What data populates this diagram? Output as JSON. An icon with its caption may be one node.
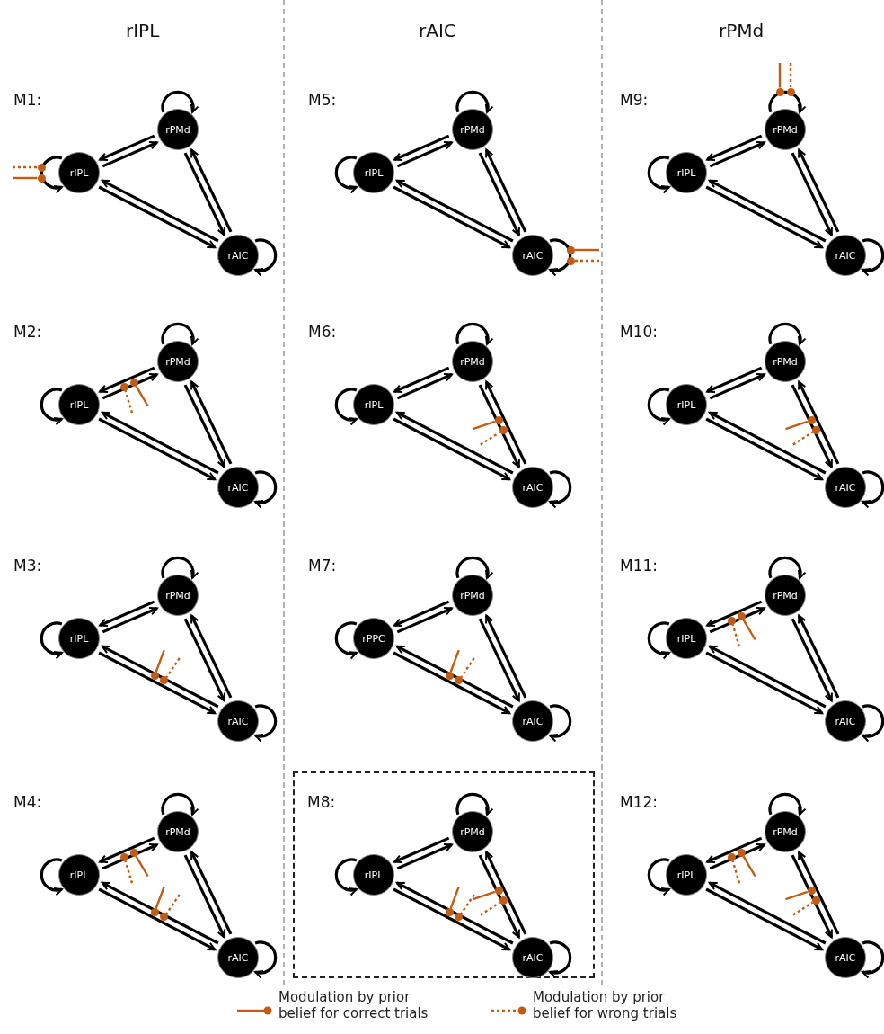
{
  "diagram": {
    "nodes": [
      {
        "text": [
          "rPMd"
        ]
      },
      {
        "text": [
          "rIPL"
        ]
      },
      {
        "text": [
          "rAIC"
        ]
      },
      {
        "text": [
          "rPMd"
        ]
      },
      {
        "text": [
          "rIPL"
        ]
      },
      {
        "text": [
          "rAIC"
        ]
      },
      {
        "text": [
          "rPMd"
        ]
      },
      {
        "text": [
          "rIPL"
        ]
      },
      {
        "text": [
          "rAIC"
        ]
      },
      {
        "text": [
          "rPMd"
        ]
      },
      {
        "text": [
          "rIPL"
        ]
      },
      {
        "text": [
          "rAIC"
        ]
      },
      {
        "text": [
          "rPMd"
        ]
      },
      {
        "text": [
          "rIPL"
        ]
      },
      {
        "text": [
          "rAIC"
        ]
      },
      {
        "text": [
          "rPMd"
        ]
      },
      {
        "text": [
          "rIPL"
        ]
      },
      {
        "text": [
          "rAIC"
        ]
      },
      {
        "text": [
          "rPMd"
        ]
      },
      {
        "text": [
          "rIPL"
        ]
      },
      {
        "text": [
          "rAIC"
        ]
      },
      {
        "text": [
          "rPMd"
        ]
      },
      {
        "text": [
          "rPPC"
        ]
      },
      {
        "text": [
          "rAIC"
        ]
      },
      {
        "text": [
          "rPMd"
        ]
      },
      {
        "text": [
          "rIPL"
        ]
      },
      {
        "text": [
          "rAIC"
        ]
      },
      {
        "text": [
          "rPMd"
        ]
      },
      {
        "text": [
          "rIPL"
        ]
      },
      {
        "text": [
          "rAIC"
        ]
      },
      {
        "text": [
          "M8:"
        ]
      },
      {
        "text": [
          "rPMd"
        ],
        "in": 30
      },
      {
        "text": [
          "rIPL"
        ],
        "in": 30
      },
      {
        "text": [
          "rAIC"
        ],
        "in": 30
      },
      {
        "text": [
          "rPMd"
        ]
      },
      {
        "text": [
          "rIPL"
        ]
      },
      {
        "text": [
          "rAIC"
        ]
      },
      {
        "text": [],
        "shape": "circle"
      },
      {
        "text": [],
        "shape": "circle"
      },
      {
        "text": [],
        "shape": "circle"
      },
      {
        "text": [],
        "shape": "circle"
      },
      {
        "text": [],
        "shape": "circle"
      },
      {
        "text": [],
        "shape": "circle"
      },
      {
        "text": [],
        "shape": "circle"
      },
      {
        "text": [],
        "shape": "circle"
      },
      {
        "text": [],
        "shape": "circle"
      },
      {
        "text": [],
        "shape": "circle"
      },
      {
        "text": [],
        "shape": "circle"
      },
      {
        "text": [],
        "shape": "circle"
      },
      {
        "text": [],
        "shape": "circle"
      },
      {
        "text": [],
        "shape": "circle"
      },
      {
        "text": [],
        "shape": "circle"
      },
      {
        "text": [],
        "shape": "circle"
      },
      {
        "text": [],
        "shape": "circle"
      },
      {
        "text": [],
        "shape": "circle"
      },
      {
        "text": [],
        "shape": "circle"
      },
      {
        "text": [],
        "shape": "circle"
      },
      {
        "text": [],
        "shape": "circle"
      },
      {
        "text": [],
        "shape": "circle"
      },
      {
        "text": [],
        "shape": "circle",
        "in": 30
      },
      {
        "text": [],
        "shape": "circle",
        "in": 30
      },
      {
        "text": [],
        "shape": "circle",
        "in": 30
      },
      {
        "text": [],
        "shape": "circle",
        "in": 30
      },
      {
        "text": [],
        "shape": "circle"
      },
      {
        "text": [],
        "shape": "circle"
      },
      {
        "text": [],
        "shape": "circle"
      },
      {
        "text": [],
        "shape": "circle"
      }
    ],
    "edges": [
      {
        "from": 0,
        "to": 0,
        "arrow": "to"
      },
      {
        "from": 1,
        "to": 0,
        "arrow": "to"
      },
      {
        "from": 0,
        "to": 1,
        "arrow": "to"
      },
      {
        "from": 0,
        "to": 2,
        "arrow": "to"
      },
      {
        "from": 2,
        "to": 0,
        "arrow": "to"
      },
      {
        "from": 1,
        "to": 1,
        "arrow": "to"
      },
      {
        "from": 1,
        "to": 2,
        "arrow": "to"
      },
      {
        "from": 2,
        "to": 1,
        "arrow": "to"
      },
      {
        "from": 2,
        "to": 2,
        "arrow": "to"
      },
      {
        "from": null,
        "to": 37,
        "arrow": "none",
        "color": "#c55a11"
      },
      {
        "from": null,
        "to": 38,
        "arrow": "none",
        "color": "#c55a11",
        "style": "dashed"
      },
      {
        "from": 3,
        "to": 3,
        "arrow": "to"
      },
      {
        "from": 4,
        "to": 3,
        "arrow": "to"
      },
      {
        "from": 3,
        "to": 4,
        "arrow": "to"
      },
      {
        "from": 3,
        "to": 5,
        "arrow": "to"
      },
      {
        "from": 5,
        "to": 3,
        "arrow": "to"
      },
      {
        "from": 4,
        "to": 4,
        "arrow": "to"
      },
      {
        "from": 4,
        "to": 5,
        "arrow": "to"
      },
      {
        "from": 5,
        "to": 4,
        "arrow": "to"
      },
      {
        "from": 5,
        "to": 5,
        "arrow": "to"
      },
      {
        "from": null,
        "to": 39,
        "arrow": "none",
        "color": "#c55a11"
      },
      {
        "from": null,
        "to": 40,
        "arrow": "none",
        "color": "#c55a11",
        "style": "dashed"
      },
      {
        "from": 6,
        "to": 6,
        "arrow": "to"
      },
      {
        "from": 7,
        "to": 6,
        "arrow": "to"
      },
      {
        "from": 6,
        "to": 7,
        "arrow": "to"
      },
      {
        "from": 6,
        "to": 8,
        "arrow": "to"
      },
      {
        "from": 8,
        "to": 6,
        "arrow": "to"
      },
      {
        "from": 7,
        "to": 7,
        "arrow": "to"
      },
      {
        "from": 7,
        "to": 8,
        "arrow": "to"
      },
      {
        "from": 8,
        "to": 7,
        "arrow": "to"
      },
      {
        "from": 8,
        "to": 8,
        "arrow": "to"
      },
      {
        "from": null,
        "to": 41,
        "arrow": "none",
        "color": "#c55a11"
      },
      {
        "from": null,
        "to": 42,
        "arrow": "none",
        "color": "#c55a11",
        "style": "dashed"
      },
      {
        "from": 9,
        "to": 9,
        "arrow": "to"
      },
      {
        "from": 10,
        "to": 9,
        "arrow": "to"
      },
      {
        "from": 9,
        "to": 10,
        "arrow": "to"
      },
      {
        "from": 9,
        "to": 11,
        "arrow": "to"
      },
      {
        "from": 11,
        "to": 9,
        "arrow": "to"
      },
      {
        "from": 10,
        "to": 10,
        "arrow": "to"
      },
      {
        "from": 10,
        "to": 11,
        "arrow": "to"
      },
      {
        "from": 11,
        "to": 10,
        "arrow": "to"
      },
      {
        "from": 11,
        "to": 11,
        "arrow": "to"
      },
      {
        "from": null,
        "to": 43,
        "arrow": "none",
        "color": "#c55a11"
      },
      {
        "from": null,
        "to": 44,
        "arrow": "none",
        "color": "#c55a11",
        "style": "dashed"
      },
      {
        "from": 12,
        "to": 12,
        "arrow": "to"
      },
      {
        "from": 13,
        "to": 12,
        "arrow": "to"
      },
      {
        "from": 12,
        "to": 13,
        "arrow": "to"
      },
      {
        "from": 12,
        "to": 14,
        "arrow": "to"
      },
      {
        "from": 14,
        "to": 12,
        "arrow": "to"
      },
      {
        "from": 13,
        "to": 13,
        "arrow": "to"
      },
      {
        "from": 13,
        "to": 14,
        "arrow": "to"
      },
      {
        "from": 14,
        "to": 13,
        "arrow": "to"
      },
      {
        "from": 14,
        "to": 14,
        "arrow": "to"
      },
      {
        "from": null,
        "to": 45,
        "arrow": "none",
        "color": "#c55a11"
      },
      {
        "from": null,
        "to": 46,
        "arrow": "none",
        "color": "#c55a11",
        "style": "dashed"
      },
      {
        "from": 15,
        "to": 15,
        "arrow": "to"
      },
      {
        "from": 16,
        "to": 15,
        "arrow": "to"
      },
      {
        "from": 15,
        "to": 16,
        "arrow": "to"
      },
      {
        "from": 15,
        "to": 17,
        "arrow": "to"
      },
      {
        "from": 17,
        "to": 15,
        "arrow": "to"
      },
      {
        "from": 16,
        "to": 16,
        "arrow": "to"
      },
      {
        "from": 16,
        "to": 17,
        "arrow": "to"
      },
      {
        "from": 17,
        "to": 16,
        "arrow": "to"
      },
      {
        "from": 17,
        "to": 17,
        "arrow": "to"
      },
      {
        "from": null,
        "to": 47,
        "arrow": "none",
        "color": "#c55a11"
      },
      {
        "from": null,
        "to": 48,
        "arrow": "none",
        "color": "#c55a11",
        "style": "dashed"
      },
      {
        "from": 18,
        "to": 18,
        "arrow": "to"
      },
      {
        "from": 19,
        "to": 18,
        "arrow": "to"
      },
      {
        "from": 18,
        "to": 19,
        "arrow": "to"
      },
      {
        "from": 18,
        "to": 20,
        "arrow": "to"
      },
      {
        "from": 20,
        "to": 18,
        "arrow": "to"
      },
      {
        "from": 19,
        "to": 19,
        "arrow": "to"
      },
      {
        "from": 19,
        "to": 20,
        "arrow": "to"
      },
      {
        "from": 20,
        "to": 19,
        "arrow": "to"
      },
      {
        "from": 20,
        "to": 20,
        "arrow": "to"
      },
      {
        "from": null,
        "to": 49,
        "arrow": "none",
        "color": "#c55a11"
      },
      {
        "from": null,
        "to": 50,
        "arrow": "none",
        "color": "#c55a11",
        "style": "dashed"
      },
      {
        "from": 21,
        "to": 21,
        "arrow": "to"
      },
      {
        "from": 22,
        "to": 21,
        "arrow": "to"
      },
      {
        "from": 21,
        "to": 22,
        "arrow": "to"
      },
      {
        "from": 21,
        "to": 23,
        "arrow": "to"
      },
      {
        "from": 23,
        "to": 21,
        "arrow": "to"
      },
      {
        "from": 22,
        "to": 22,
        "arrow": "to"
      },
      {
        "from": 22,
        "to": 23,
        "arrow": "to"
      },
      {
        "from": 23,
        "to": 22,
        "arrow": "to"
      },
      {
        "from": 23,
        "to": 23,
        "arrow": "to"
      },
      {
        "from": null,
        "to": 51,
        "arrow": "none",
        "color": "#c55a11"
      },
      {
        "from": null,
        "to": 52,
        "arrow": "none",
        "color": "#c55a11",
        "style": "dashed"
      },
      {
        "from": 24,
        "to": 24,
        "arrow": "to"
      },
      {
        "from": 25,
        "to": 24,
        "arrow": "to"
      },
      {
        "from": 24,
        "to": 25,
        "arrow": "to"
      },
      {
        "from": 24,
        "to": 26,
        "arrow": "to"
      },
      {
        "from": 26,
        "to": 24,
        "arrow": "to"
      },
      {
        "from": 25,
        "to": 25,
        "arrow": "to"
      },
      {
        "from": 25,
        "to": 26,
        "arrow": "to"
      },
      {
        "from": 26,
        "to": 25,
        "arrow": "to"
      },
      {
        "from": 26,
        "to": 26,
        "arrow": "to"
      },
      {
        "from": null,
        "to": 53,
        "arrow": "none",
        "color": "#c55a11"
      },
      {
        "from": null,
        "to": 54,
        "arrow": "none",
        "color": "#c55a11",
        "style": "dashed"
      },
      {
        "from": 27,
        "to": 27,
        "arrow": "to"
      },
      {
        "from": 28,
        "to": 27,
        "arrow": "to"
      },
      {
        "from": 27,
        "to": 28,
        "arrow": "to"
      },
      {
        "from": 27,
        "to": 29,
        "arrow": "to"
      },
      {
        "from": 29,
        "to": 27,
        "arrow": "to"
      },
      {
        "from": 28,
        "to": 28,
        "arrow": "to"
      },
      {
        "from": 28,
        "to": 29,
        "arrow": "to"
      },
      {
        "from": 29,
        "to": 28,
        "arrow": "to"
      },
      {
        "from": 29,
        "to": 29,
        "arrow": "to"
      },
      {
        "from": null,
        "to": 55,
        "arrow": "none",
        "color": "#c55a11"
      },
      {
        "from": null,
        "to": 56,
        "arrow": "none",
        "color": "#c55a11",
        "style": "dashed"
      },
      {
        "from": null,
        "to": 57,
        "arrow": "none",
        "color": "#c55a11"
      },
      {
        "from": null,
        "to": 58,
        "arrow": "none",
        "color": "#c55a11",
        "style": "dashed"
      },
      {
        "from": 31,
        "to": 31,
        "arrow": "to"
      },
      {
        "from": 32,
        "to": 31,
        "arrow": "to"
      },
      {
        "from": 31,
        "to": 32,
        "arrow": "to"
      },
      {
        "from": 31,
        "to": 33,
        "arrow": "to"
      },
      {
        "from": 33,
        "to": 31,
        "arrow": "to"
      },
      {
        "from": 32,
        "to": 32,
        "arrow": "to"
      },
      {
        "from": 32,
        "to": 33,
        "arrow": "to"
      },
      {
        "from": 33,
        "to": 32,
        "arrow": "to"
      },
      {
        "from": 33,
        "to": 33,
        "arrow": "to"
      },
      {
        "from": null,
        "to": 59,
        "arrow": "none",
        "color": "#c55a11"
      },
      {
        "from": null,
        "to": 60,
        "arrow": "none",
        "color": "#c55a11",
        "style": "dashed"
      },
      {
        "from": null,
        "to": 61,
        "arrow": "none",
        "color": "#c55a11"
      },
      {
        "from": null,
        "to": 62,
        "arrow": "none",
        "color": "#c55a11",
        "style": "dashed"
      },
      {
        "from": 34,
        "to": 34,
        "arrow": "to"
      },
      {
        "from": 35,
        "to": 34,
        "arrow": "to"
      },
      {
        "from": 34,
        "to": 35,
        "arrow": "to"
      },
      {
        "from": 34,
        "to": 36,
        "arrow": "to"
      },
      {
        "from": 36,
        "to": 34,
        "arrow": "to"
      },
      {
        "from": 35,
        "to": 35,
        "arrow": "to"
      },
      {
        "from": 35,
        "to": 36,
        "arrow": "to"
      },
      {
        "from": 36,
        "to": 35,
        "arrow": "to"
      },
      {
        "from": 36,
        "to": 36,
        "arrow": "to"
      },
      {
        "from": null,
        "to": 63,
        "arrow": "none",
        "color": "#c55a11"
      },
      {
        "from": null,
        "to": 64,
        "arrow": "none",
        "color": "#c55a11",
        "style": "dashed"
      },
      {
        "from": null,
        "to": 65,
        "arrow": "none",
        "color": "#c55a11"
      },
      {
        "from": null,
        "to": 66,
        "arrow": "none",
        "color": "#c55a11",
        "style": "dashed"
      }
    ],
    "labels": [
      "rIPL",
      "rAIC",
      "rPMd",
      "M1:",
      "M5:",
      "M9:",
      "M2:",
      "M6:",
      "M10:",
      "M3:",
      "M7:",
      "M11:",
      "M4:",
      "M12:"
    ],
    "legend": [
      {
        "text": "Modulation by prior belief for correct trials"
      },
      {
        "text": "Modulation by prior belief for wrong trials"
      }
    ]
  }
}
